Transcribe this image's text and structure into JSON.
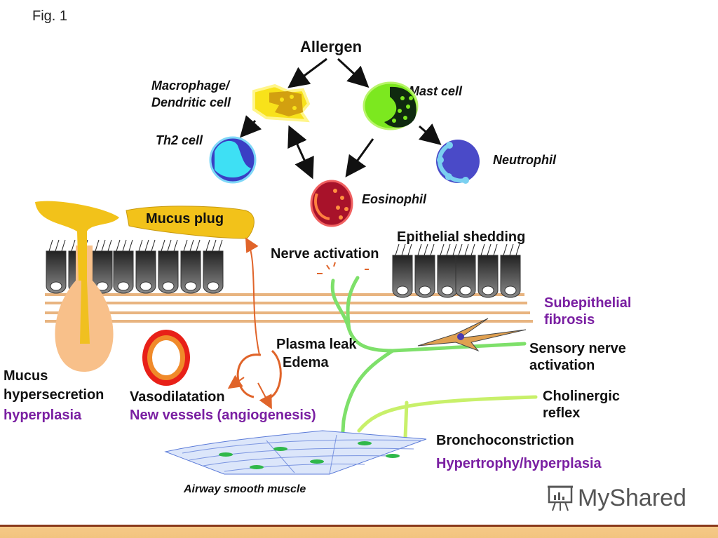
{
  "figure": {
    "label": "Fig. 1",
    "cells": {
      "allergen": "Allergen",
      "macrophage_line1": "Macrophage/",
      "macrophage_line2": "Dendritic cell",
      "mast_cell": "Mast cell",
      "th2_cell": "Th2 cell",
      "neutrophil": "Neutrophil",
      "eosinophil": "Eosinophil"
    },
    "tissue": {
      "mucus_plug": "Mucus plug",
      "epithelial_shedding": "Epithelial shedding",
      "nerve_activation": "Nerve activation",
      "subepithelial_line1": "Subepithelial",
      "subepithelial_line2": "fibrosis",
      "plasma_leak": "Plasma leak",
      "edema": "Edema",
      "sensory_line1": "Sensory nerve",
      "sensory_line2": "activation",
      "cholinergic_line1": "Cholinergic",
      "cholinergic_line2": "reflex",
      "mucus_line1": "Mucus",
      "mucus_line2": "hypersecretion",
      "mucus_line3": "hyperplasia",
      "vasodilatation": "Vasodilatation",
      "new_vessels": "New vessels (angiogenesis)",
      "bronchoconstriction": "Bronchoconstriction",
      "hypertrophy": "Hypertrophy/hyperplasia",
      "smooth_muscle": "Airway smooth muscle"
    },
    "colors": {
      "purple_label": "#7a1fa2",
      "nerve_green": "#7ee06a",
      "cholinergic_green": "#c8f06a",
      "arrow_orange": "#e0642a",
      "footer": "#f4c47f"
    }
  },
  "watermark": {
    "text": "MyShared"
  }
}
